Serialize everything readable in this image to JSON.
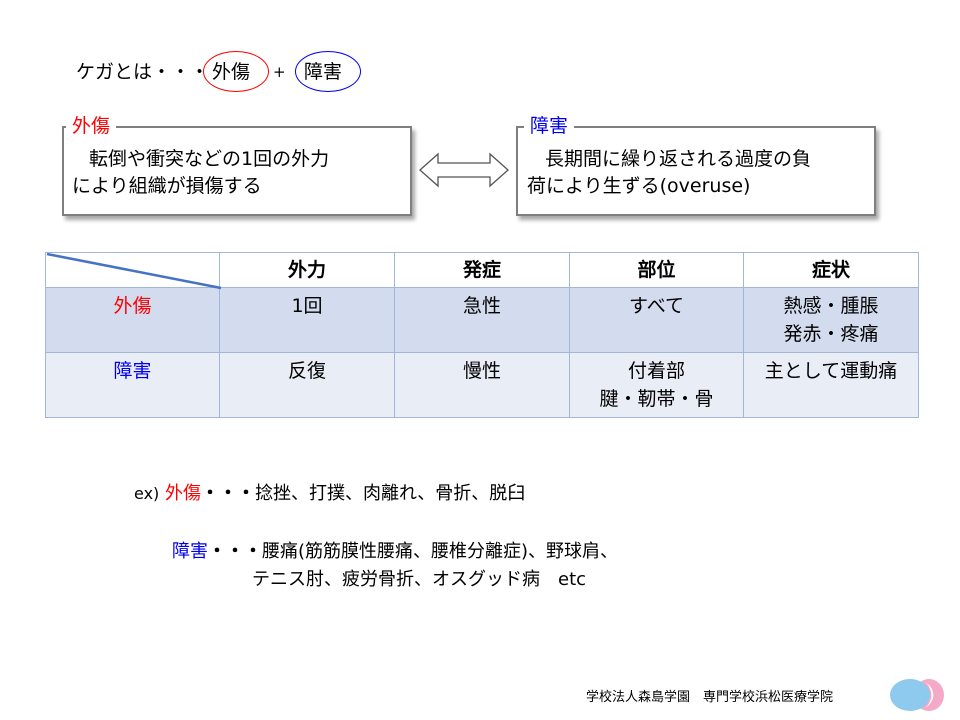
{
  "heading": {
    "prefix": "ケガとは・・・",
    "trauma": "外傷",
    "plus": "+",
    "disorder": "障害"
  },
  "box_trauma": {
    "title": "外傷",
    "line1": "転倒や衝突などの1回の外力",
    "line2": "により組織が損傷する"
  },
  "box_disorder": {
    "title": "障害",
    "line1": "長期間に繰り返される過度の負",
    "line2": "荷により生ずる(overuse)"
  },
  "table": {
    "headers": [
      "",
      "外力",
      "発症",
      "部位",
      "症状"
    ],
    "rows": [
      {
        "label": "外傷",
        "cells": [
          "1回",
          "急性",
          "すべて",
          "熱感・腫脹\n発赤・疼痛"
        ]
      },
      {
        "label": "障害",
        "cells": [
          "反復",
          "慢性",
          "付着部\n腱・靭帯・骨",
          "主として運動痛"
        ]
      }
    ]
  },
  "examples": {
    "ex_prefix": "ex)",
    "trauma_label": "外傷",
    "trauma_dots": "・・・",
    "trauma_list": "捻挫、打撲、肉離れ、骨折、脱臼",
    "disorder_label": "障害",
    "disorder_dots": "・・・",
    "disorder_list_1": "腰痛(筋筋膜性腰痛、腰椎分離症)、野球肩、",
    "disorder_list_2": "テニス肘、疲労骨折、オスグッド病　etc"
  },
  "footer": {
    "text": "学校法人森島学園　専門学校浜松医療学院"
  },
  "colors": {
    "trauma": "#ff0000",
    "disorder": "#0000ee",
    "header_row": "#ffffff",
    "row1": "#d3dbee",
    "row2": "#e9edf6",
    "logo_blue": "#8ec9ee",
    "logo_pink": "#f4a9c7"
  }
}
